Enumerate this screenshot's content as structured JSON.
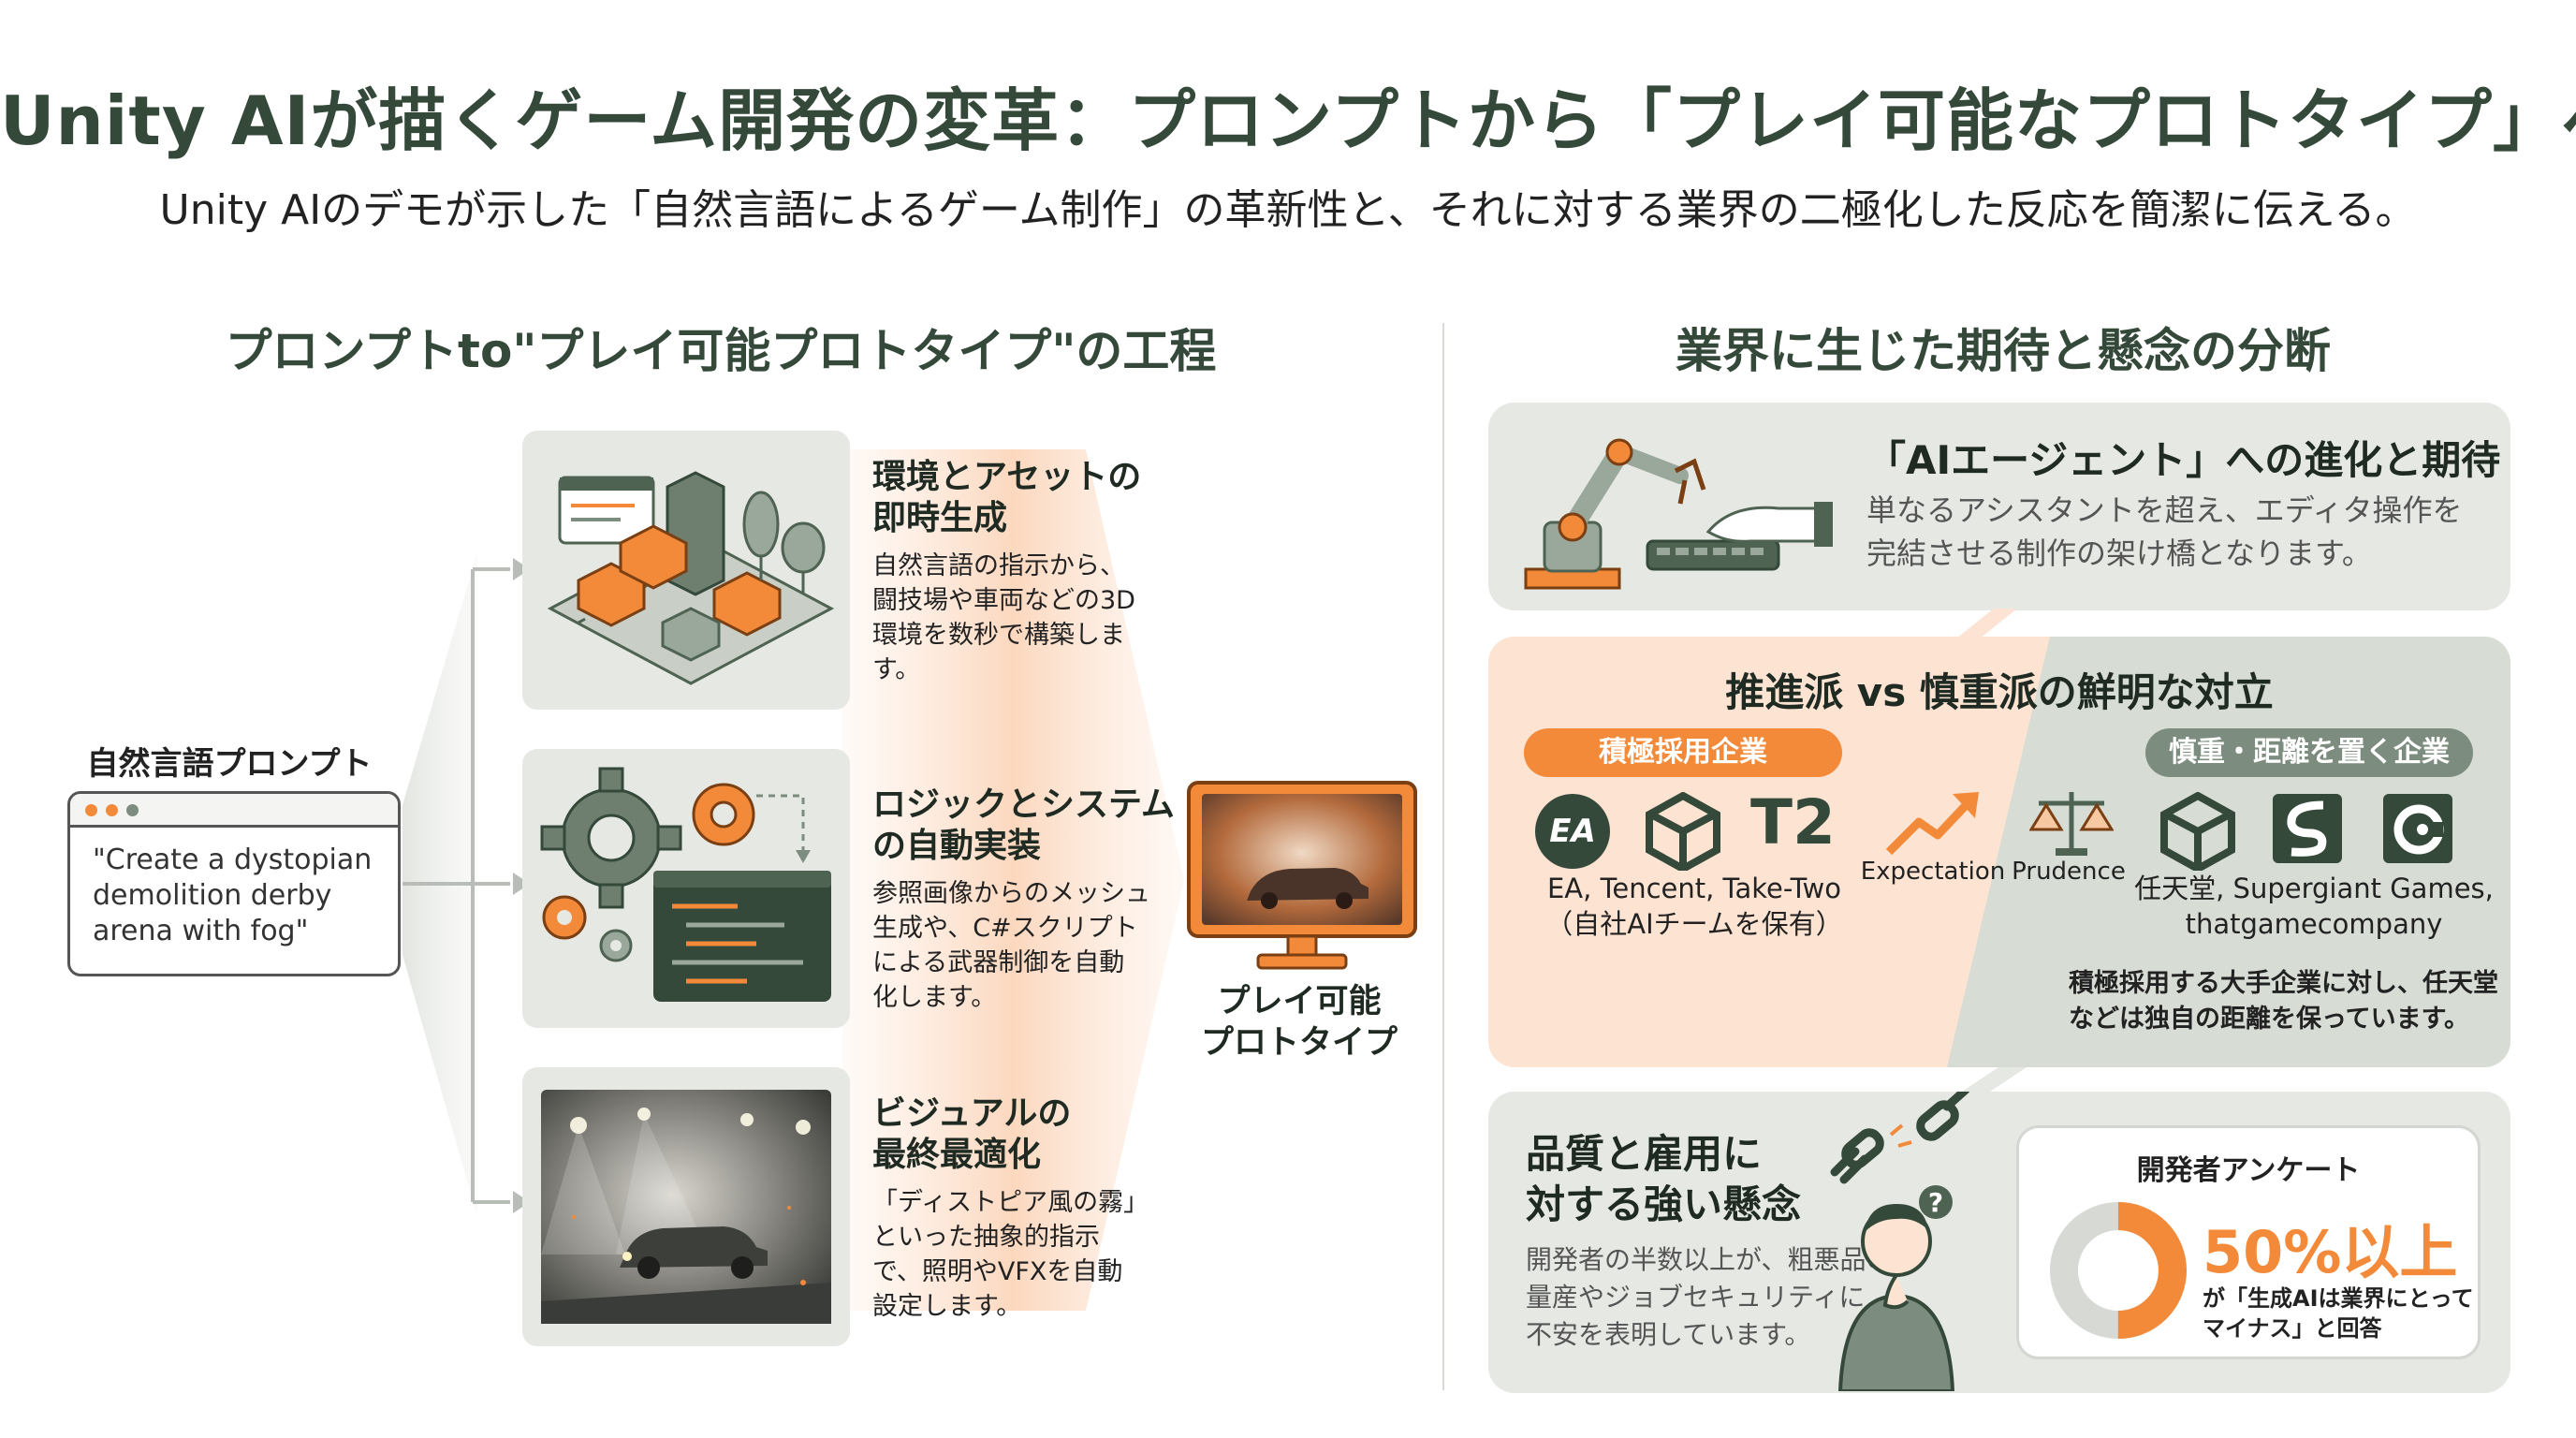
{
  "title": "Unity AIが描くゲーム開発の変革：プロンプトから「プレイ可能なプロトタイプ」へ",
  "subtitle": "Unity AIのデモが示した「自然言語によるゲーム制作」の革新性と、それに対する業界の二極化した反応を簡潔に伝える。",
  "left": {
    "heading": "プロンプトto\"プレイ可能プロトタイプ\"の工程",
    "prompt_label": "自然言語プロンプト",
    "prompt_lines": [
      "\"Create a dystopian",
      "demolition derby",
      "arena with fog\""
    ],
    "steps": [
      {
        "title_lines": [
          "環境とアセットの",
          "即時生成"
        ],
        "desc_lines": [
          "自然言語の指示から、",
          "闘技場や車両などの3D",
          "環境を数秒で構築しま",
          "す。"
        ]
      },
      {
        "title_lines": [
          "ロジックとシステム",
          "の自動実装"
        ],
        "desc_lines": [
          "参照画像からのメッシュ",
          "生成や、C#スクリプト",
          "による武器制御を自動",
          "化します。"
        ]
      },
      {
        "title_lines": [
          "ビジュアルの",
          "最終最適化"
        ],
        "desc_lines": [
          "「ディストピア風の霧」",
          "といった抽象的指示",
          "で、照明やVFXを自動",
          "設定します。"
        ]
      }
    ],
    "result_label_lines": [
      "プレイ可能",
      "プロトタイプ"
    ]
  },
  "right": {
    "heading": "業界に生じた期待と懸念の分断",
    "agent_panel": {
      "title": "「AIエージェント」への進化と期待",
      "text_lines": [
        "単なるアシスタントを超え、エディタ操作を",
        "完結させる制作の架け橋となります。"
      ]
    },
    "split_panel": {
      "title": "推進派 vs 慎重派の鮮明な対立",
      "pill_left": "積極採用企業",
      "pill_right": "慎重・距離を置く企業",
      "expectation": "Expectation",
      "prudence": "Prudence",
      "left_companies_lines": [
        "EA, Tencent, Take-Two",
        "（自社AIチームを保有）"
      ],
      "right_companies_lines": [
        "任天堂, Supergiant Games,",
        "thatgamecompany"
      ],
      "note_lines": [
        "積極採用する大手企業に対し、任天堂",
        "などは独自の距離を保っています。"
      ],
      "ea_logo": "EA",
      "t2_logo": "T2"
    },
    "concern_panel": {
      "title_lines": [
        "品質と雇用に",
        "対する強い懸念"
      ],
      "text_lines": [
        "開発者の半数以上が、粗悪品の",
        "量産やジョブセキュリティに",
        "不安を表明しています。"
      ],
      "survey_title": "開発者アンケート",
      "survey_pct": "50%以上",
      "survey_fraction": 0.5,
      "survey_caption_lines": [
        "が「生成AIは業界にとって",
        "マイナス」と回答"
      ]
    }
  },
  "colors": {
    "green": "#4f6352",
    "dark_green": "#34493a",
    "orange": "#f28a3a",
    "grey_bg": "#e6e8e3",
    "peach": "#fde3d2"
  }
}
